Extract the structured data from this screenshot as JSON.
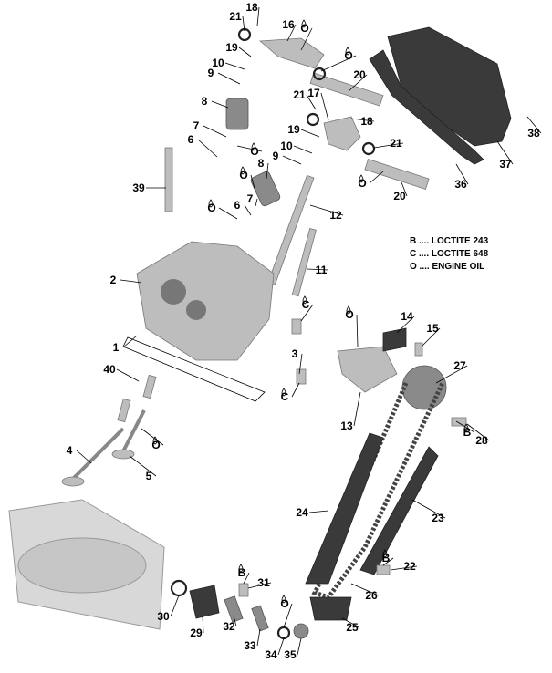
{
  "legend": [
    {
      "code": "B",
      "text": "B .... LOCTITE 243"
    },
    {
      "code": "C",
      "text": "C .... LOCTITE 648"
    },
    {
      "code": "O",
      "text": "O .... ENGINE OIL"
    }
  ],
  "callouts": [
    "21",
    "18",
    "16",
    "O",
    "19",
    "10",
    "9",
    "8",
    "7",
    "6",
    "O",
    "21",
    "17",
    "O",
    "20",
    "18",
    "19",
    "10",
    "9",
    "8",
    "O",
    "21",
    "O",
    "20",
    "36",
    "37",
    "38",
    "39",
    "O",
    "6",
    "7",
    "12",
    "11",
    "2",
    "C",
    "3",
    "C",
    "1",
    "40",
    "O",
    "4",
    "5",
    "14",
    "15",
    "O",
    "13",
    "27",
    "B",
    "28",
    "24",
    "23",
    "B",
    "22",
    "26",
    "25",
    "B",
    "31",
    "O",
    "32",
    "33",
    "34",
    "35",
    "30",
    "29"
  ],
  "colors": {
    "part": "#bdbdbd",
    "dark_part": "#3a3a3a",
    "text": "#000000"
  }
}
